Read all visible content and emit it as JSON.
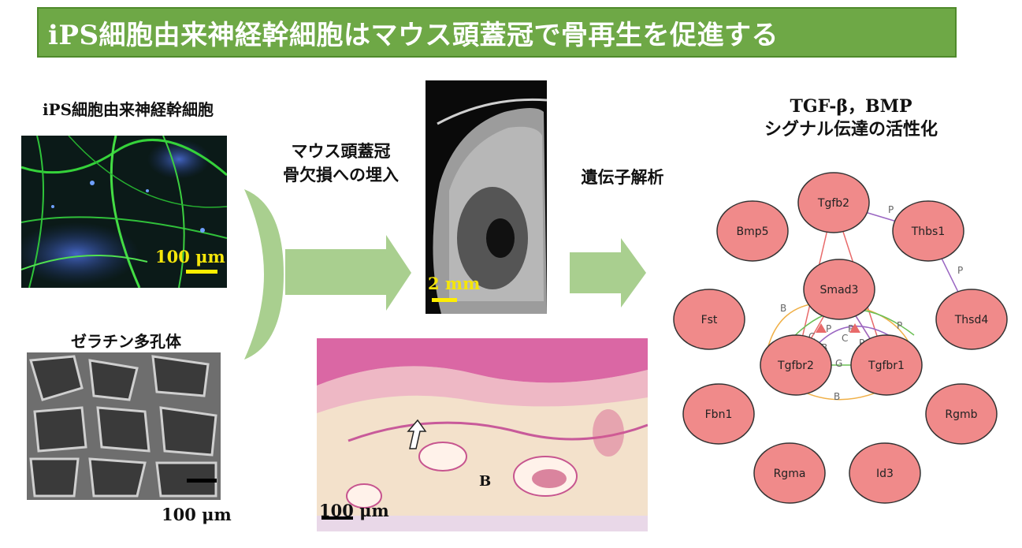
{
  "title": "iPS細胞由来神経幹細胞はマウス頭蓋冠で骨再生を促進する",
  "panels": {
    "ips_label": "iPS細胞由来神経幹細胞",
    "ips_scale": "100 μm",
    "gelatin_label": "ゼラチン多孔体",
    "gelatin_scale": "100 μm",
    "implant_label_1": "マウス頭蓋冠",
    "implant_label_2": "骨欠損への埋入",
    "ct_scale": "2 mm",
    "histo_scale": "100 μm",
    "histo_bone_marker": "B",
    "gene_analysis_label": "遺伝子解析",
    "signal_label_1": "TGF-β，BMP",
    "signal_label_2": "シグナル伝達の活性化"
  },
  "network": {
    "nodes": [
      "Tgfb2",
      "Bmp5",
      "Thbs1",
      "Smad3",
      "Fst",
      "Thsd4",
      "Tgfbr2",
      "Tgfbr1",
      "Fbn1",
      "Rgmb",
      "Rgma",
      "Id3"
    ],
    "edge_labels": [
      "P",
      "P",
      "B",
      "P",
      "C",
      "C",
      "P",
      "B",
      "P",
      "P",
      "G",
      "B"
    ]
  },
  "colors": {
    "banner": "#6ea846",
    "arrow": "#a9cf8f",
    "node_fill": "#f08a8a",
    "edge_red": "#e86a6a",
    "edge_purple": "#9a66c2",
    "edge_orange": "#f0b048",
    "edge_green": "#6bbf55"
  }
}
